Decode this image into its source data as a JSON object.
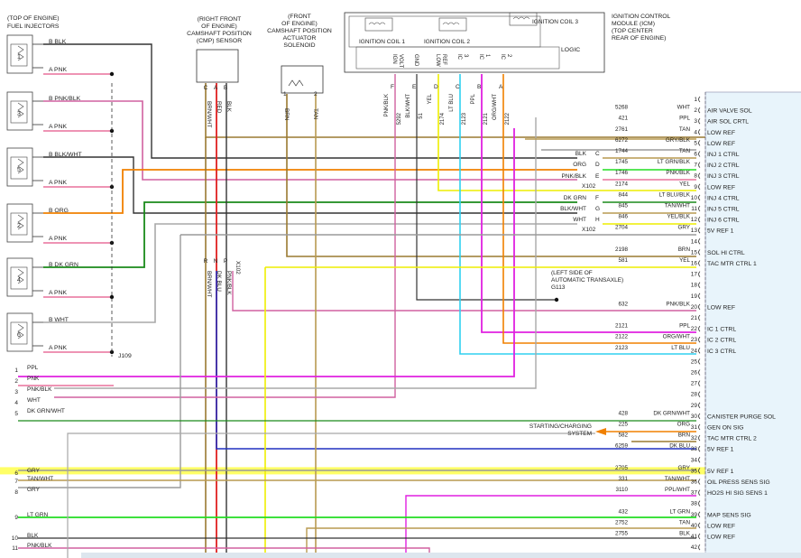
{
  "colors": {
    "PPL": "#e020e0",
    "PNK": "#e8709c",
    "PNKBLK": "#d060a0",
    "WHT": "#a8a8a8",
    "GRY": "#9a9a9a",
    "BLK": "#333333",
    "GRN": "#1a8a1a",
    "LTGRN": "#22dd22",
    "ORG": "#f08000",
    "YEL": "#eeee00",
    "TAN": "#b89a50",
    "BRN": "#9a7a30",
    "RED": "#e02020",
    "LTBLU": "#30d0f0",
    "DKBLU": "#2030c0",
    "ECM": "#e8f4fb",
    "HILITE": "#ffff33"
  },
  "injectors": {
    "title": [
      "(TOP OF ENGINE)",
      "FUEL INJECTORS"
    ],
    "items": [
      {
        "num": "1",
        "b": "B  BLK",
        "a": "A  PNK"
      },
      {
        "num": "3",
        "b": "B  PNK/BLK",
        "a": "A  PNK"
      },
      {
        "num": "5",
        "b": "B  BLK/WHT",
        "a": "A  PNK"
      },
      {
        "num": "2",
        "b": "B  ORG",
        "a": "A  PNK"
      },
      {
        "num": "4",
        "b": "B  DK GRN",
        "a": "A  PNK"
      },
      {
        "num": "6",
        "b": "B  WHT",
        "a": "A  PNK"
      }
    ],
    "splice": "J109"
  },
  "cmp": {
    "title": [
      "(RIGHT FRONT",
      "OF ENGINE)",
      "CAMSHAFT POSITION",
      "(CMP) SENSOR"
    ],
    "pins": [
      "C",
      "A",
      "B"
    ],
    "wires": [
      "BRN/WHT",
      "RED",
      "BLK"
    ],
    "lower_pins": [
      "R",
      "N",
      "P"
    ],
    "lower_wires": [
      "BRN/WHT",
      "DK BLU",
      "PNK/BLK"
    ],
    "x102": "X102"
  },
  "solenoid": {
    "title": [
      "(FRONT",
      "OF ENGINE)",
      "CAMSHAFT POSITION",
      "ACTUATOR",
      "SOLENOID"
    ],
    "pins": [
      "1",
      "2"
    ],
    "wires": [
      "BRN",
      "TAN"
    ]
  },
  "icm": {
    "title": [
      "IGNITION CONTROL",
      "MODULE (ICM)",
      "(TOP CENTER",
      "REAR OF ENGINE)"
    ],
    "coils": [
      "IGNITION COIL 1",
      "IGNITION COIL 2",
      "IGNITION COIL 3"
    ],
    "logic": "LOGIC",
    "pins": [
      {
        "pin": "F",
        "name": "IGN VOLT",
        "wire": "PNK/BLK",
        "circ": "5292"
      },
      {
        "pin": "E",
        "name": "GND",
        "wire": "BLK/WHT",
        "circ": "51"
      },
      {
        "pin": "D",
        "name": "LOW REF",
        "wire": "YEL",
        "circ": "2174"
      },
      {
        "pin": "C",
        "name": "IC 3 CTRL",
        "wire": "LT BLU",
        "circ": "2123"
      },
      {
        "pin": "B",
        "name": "IC 1 CTRL",
        "wire": "PPL",
        "circ": "2121"
      },
      {
        "pin": "A",
        "name": "IC 2 CTRL",
        "wire": "ORG/WHT",
        "circ": "2122"
      }
    ]
  },
  "x102_conn": {
    "rows": [
      {
        "wire": "BLK",
        "pin": "C"
      },
      {
        "wire": "ORG",
        "pin": "D"
      },
      {
        "wire": "PNK/BLK",
        "pin": "E"
      },
      {
        "wire": "DK GRN",
        "pin": "F"
      },
      {
        "wire": "BLK/WHT",
        "pin": "G"
      },
      {
        "wire": "WHT",
        "pin": "H"
      }
    ],
    "label": "X102"
  },
  "ground": {
    "text": [
      "(LEFT SIDE OF",
      "AUTOMATIC TRANSAXLE)",
      "G113"
    ]
  },
  "starting": {
    "text": [
      "STARTING/CHARGING",
      "SYSTEM"
    ]
  },
  "ecm_rows": [
    {
      "pin": "1",
      "circ": "",
      "wire": "",
      "func": ""
    },
    {
      "pin": "2",
      "circ": "5268",
      "wire": "WHT",
      "func": "AIR VALVE SOL"
    },
    {
      "pin": "3",
      "circ": "421",
      "wire": "PPL",
      "func": "AIR SOL CRTL"
    },
    {
      "pin": "4",
      "circ": "2761",
      "wire": "TAN",
      "func": "LOW REF"
    },
    {
      "pin": "5",
      "circ": "6272",
      "wire": "GRY/BLK",
      "func": "LOW REF"
    },
    {
      "pin": "6",
      "circ": "1744",
      "wire": "TAN",
      "func": "INJ 1 CTRL"
    },
    {
      "pin": "7",
      "circ": "1745",
      "wire": "LT GRN/BLK",
      "func": "INJ 2 CTRL"
    },
    {
      "pin": "8",
      "circ": "1746",
      "wire": "PNK/BLK",
      "func": "INJ 3 CTRL"
    },
    {
      "pin": "9",
      "circ": "2174",
      "wire": "YEL",
      "func": "LOW REF"
    },
    {
      "pin": "10",
      "circ": "844",
      "wire": "LT BLU/BLK",
      "func": "INJ 4 CTRL"
    },
    {
      "pin": "11",
      "circ": "845",
      "wire": "TAN/WHT",
      "func": "INJ 5 CTRL"
    },
    {
      "pin": "12",
      "circ": "846",
      "wire": "YEL/BLK",
      "func": "INJ 6 CTRL"
    },
    {
      "pin": "13",
      "circ": "2704",
      "wire": "GRY",
      "func": "5V REF 1"
    },
    {
      "pin": "14",
      "circ": "",
      "wire": "",
      "func": ""
    },
    {
      "pin": "15",
      "circ": "2198",
      "wire": "BRN",
      "func": "SOL HI CTRL"
    },
    {
      "pin": "16",
      "circ": "581",
      "wire": "YEL",
      "func": "TAC MTR CTRL 1"
    },
    {
      "pin": "17",
      "circ": "",
      "wire": "",
      "func": ""
    },
    {
      "pin": "18",
      "circ": "",
      "wire": "",
      "func": ""
    },
    {
      "pin": "19",
      "circ": "",
      "wire": "",
      "func": ""
    },
    {
      "pin": "20",
      "circ": "632",
      "wire": "PNK/BLK",
      "func": "LOW REF"
    },
    {
      "pin": "21",
      "circ": "",
      "wire": "",
      "func": ""
    },
    {
      "pin": "22",
      "circ": "2121",
      "wire": "PPL",
      "func": "IC 1 CTRL"
    },
    {
      "pin": "23",
      "circ": "2122",
      "wire": "ORG/WHT",
      "func": "IC 2 CTRL"
    },
    {
      "pin": "24",
      "circ": "2123",
      "wire": "LT BLU",
      "func": "IC 3 CTRL"
    },
    {
      "pin": "25",
      "circ": "",
      "wire": "",
      "func": ""
    },
    {
      "pin": "26",
      "circ": "",
      "wire": "",
      "func": ""
    },
    {
      "pin": "27",
      "circ": "",
      "wire": "",
      "func": ""
    },
    {
      "pin": "28",
      "circ": "",
      "wire": "",
      "func": ""
    },
    {
      "pin": "29",
      "circ": "",
      "wire": "",
      "func": ""
    },
    {
      "pin": "30",
      "circ": "428",
      "wire": "DK GRN/WHT",
      "func": "CANISTER PURGE SOL"
    },
    {
      "pin": "31",
      "circ": "225",
      "wire": "ORG",
      "func": "GEN ON SIG"
    },
    {
      "pin": "32",
      "circ": "582",
      "wire": "BRN",
      "func": "TAC MTR CTRL 2"
    },
    {
      "pin": "33",
      "circ": "6259",
      "wire": "DK BLU",
      "func": "5V REF 1"
    },
    {
      "pin": "34",
      "circ": "",
      "wire": "",
      "func": ""
    },
    {
      "pin": "35",
      "circ": "2705",
      "wire": "GRY",
      "func": "5V REF 1"
    },
    {
      "pin": "36",
      "circ": "331",
      "wire": "TAN/WHT",
      "func": "OIL PRESS SENS SIG"
    },
    {
      "pin": "37",
      "circ": "3110",
      "wire": "PPL/WHT",
      "func": "HO2S HI SIG SENS 1"
    },
    {
      "pin": "38",
      "circ": "",
      "wire": "",
      "func": ""
    },
    {
      "pin": "39",
      "circ": "432",
      "wire": "LT GRN",
      "func": "MAP SENS SIG"
    },
    {
      "pin": "40",
      "circ": "2752",
      "wire": "TAN",
      "func": "LOW REF"
    },
    {
      "pin": "41",
      "circ": "2755",
      "wire": "BLK",
      "func": "LOW REF"
    },
    {
      "pin": "42",
      "circ": "",
      "wire": "",
      "func": ""
    }
  ],
  "left_rows": [
    {
      "pin": "1",
      "wire": "PPL"
    },
    {
      "pin": "2",
      "wire": "PNK"
    },
    {
      "pin": "3",
      "wire": "PNK/BLK"
    },
    {
      "pin": "4",
      "wire": "WHT"
    },
    {
      "pin": "5",
      "wire": "DK GRN/WHT"
    },
    {
      "pin": "6",
      "wire": "GRY"
    },
    {
      "pin": "7",
      "wire": "TAN/WHT"
    },
    {
      "pin": "8",
      "wire": "GRY"
    },
    {
      "pin": "9",
      "wire": "LT GRN"
    },
    {
      "pin": "10",
      "wire": "BLK"
    },
    {
      "pin": "11",
      "wire": "PNK/BLK"
    }
  ]
}
